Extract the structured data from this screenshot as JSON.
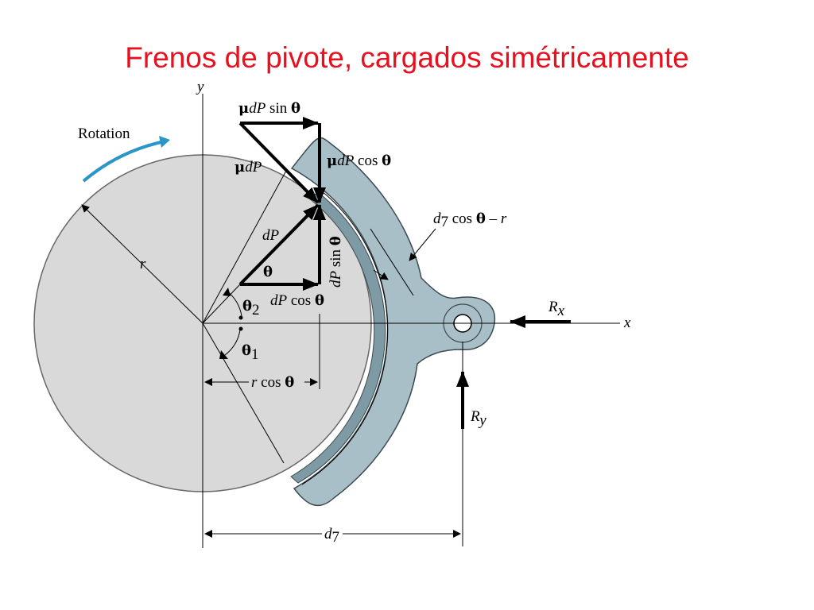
{
  "title": "Frenos de pivote, cargados simétricamente",
  "labels": {
    "y_axis": "y",
    "x_axis": "x",
    "rotation": "Rotation",
    "r": "r",
    "mu_dp_sin_mu": "μ",
    "mu_dp_sin_dp": "dP",
    "mu_dp_sin_rest": " sin ",
    "mu_dp_sin_theta": "θ",
    "mu_dp_mu": "μ",
    "mu_dp_dp": "dP",
    "mu_dp_cos_mu": "μ",
    "mu_dp_cos_dp": "dP",
    "mu_dp_cos_rest": " cos ",
    "mu_dp_cos_theta": "θ",
    "dp": "dP",
    "dp_sin_dp": "dP",
    "dp_sin_rest": " sin ",
    "dp_sin_theta": "θ",
    "theta": "θ",
    "dp_cos_dp": "dP",
    "dp_cos_rest": " cos ",
    "dp_cos_theta": "θ",
    "theta2_sym": "θ",
    "theta2_sub": "2",
    "theta1_sym": "θ",
    "theta1_sub": "1",
    "rcos_r": "r",
    "rcos_rest": " cos ",
    "rcos_theta": "θ",
    "d7_cos_d": "d",
    "d7_cos_sub": "7",
    "d7_cos_rest": " cos ",
    "d7_cos_theta": "θ",
    "d7_cos_minus": " – ",
    "d7_cos_r": "r",
    "rx_r": "R",
    "rx_sub": "x",
    "ry_r": "R",
    "ry_sub": "y",
    "d7_d": "d",
    "d7_sub": "7"
  },
  "colors": {
    "title": "#e8101e",
    "disk": "#d9d9d9",
    "shoe": "#a9bfc7",
    "lining": "#7e9aa4",
    "rotation_arrow": "#2a95c9"
  }
}
